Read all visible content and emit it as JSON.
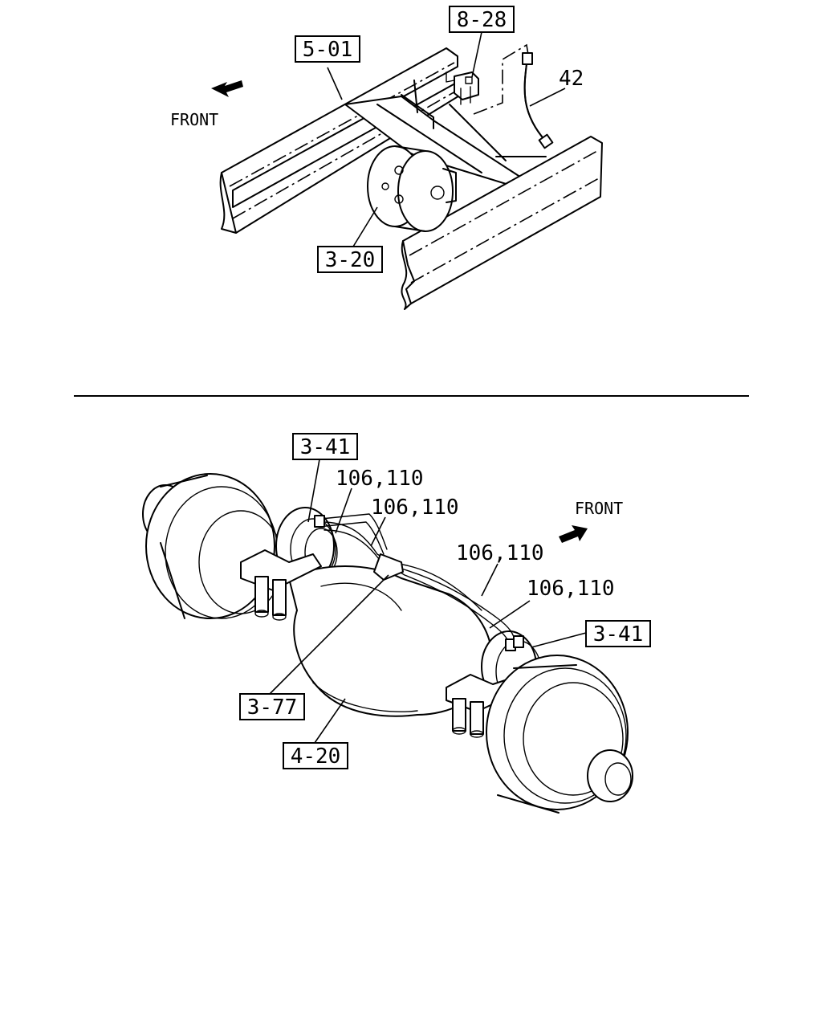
{
  "top_view": {
    "front_label": "FRONT",
    "callouts": {
      "frame": "5-01",
      "valve": "8-28",
      "hose": "42",
      "chamber": "3-20"
    }
  },
  "bottom_view": {
    "front_label": "FRONT",
    "callouts": {
      "brake_left": "3-41",
      "brake_right": "3-41",
      "pipe_1": "106,110",
      "pipe_2": "106,110",
      "pipe_3": "106,110",
      "pipe_4": "106,110",
      "bracket": "3-77",
      "axle_housing": "4-20"
    }
  },
  "colors": {
    "line": "#000000",
    "background": "#ffffff"
  }
}
